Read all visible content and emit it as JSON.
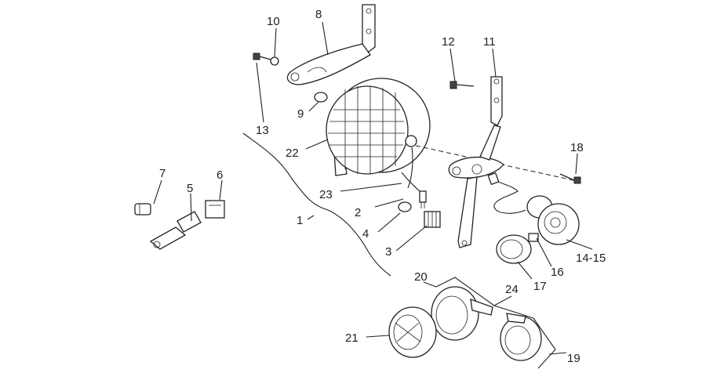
{
  "callouts": {
    "c1": "1",
    "c2": "2",
    "c3": "3",
    "c4": "4",
    "c5": "5",
    "c6": "6",
    "c7": "7",
    "c8": "8",
    "c9": "9",
    "c10": "10",
    "c11": "11",
    "c12": "12",
    "c13": "13",
    "c14_15": "14-15",
    "c16": "16",
    "c17": "17",
    "c18": "18",
    "c19": "19",
    "c20": "20",
    "c21": "21",
    "c22": "22",
    "c23": "23",
    "c24": "24"
  },
  "colors": {
    "ink": "#222222",
    "background": "#ffffff"
  }
}
